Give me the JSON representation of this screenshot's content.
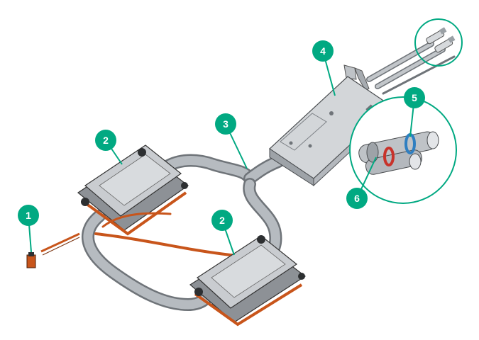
{
  "callouts": {
    "c1": "1",
    "c2a": "2",
    "c2b": "2",
    "c3": "3",
    "c4": "4",
    "c5": "5",
    "c6": "6"
  },
  "colors": {
    "callout": "#01a982",
    "tube": "#a9aeb3",
    "tube_dark": "#6f7479",
    "copper": "#c8551b",
    "plate": "#c9ccd0",
    "plate_dark": "#8d9196",
    "blue_ring": "#2f7fc1",
    "red_ring": "#c8332b"
  },
  "icons": [
    "cold-plate-icon",
    "pump-card-icon",
    "tube-connector-icon"
  ]
}
